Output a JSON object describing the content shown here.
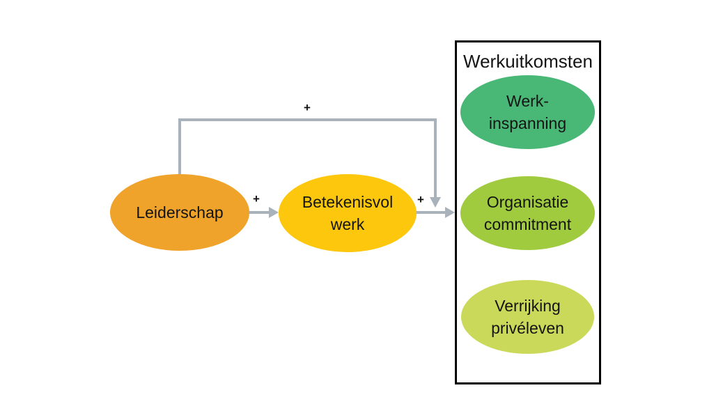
{
  "colors": {
    "connector": "#A9B2BA",
    "box_border": "#000000",
    "leiderschap_fill": "#EFA32B",
    "betekenisvol_werk_fill": "#FDC70E",
    "werk_inspanning_fill": "#49B877",
    "organisatie_commitment_fill": "#A0CB3F",
    "verrijking_priveleven_fill": "#CBD95B"
  },
  "box": {
    "title": "Werkuitkomsten"
  },
  "nodes": {
    "leiderschap": {
      "label": "Leiderschap"
    },
    "betekenisvol_werk": {
      "line1": "Betekenisvol",
      "line2": "werk"
    },
    "werk_inspanning": {
      "line1": "Werk-",
      "line2": "inspanning"
    },
    "organisatie_commitment": {
      "line1": "Organisatie",
      "line2": "commitment"
    },
    "verrijking_priveleven": {
      "line1": "Verrijking",
      "line2": "privéleven"
    }
  },
  "edges": {
    "leiderschap_to_betekenisvol_werk": {
      "sign": "+"
    },
    "betekenisvol_werk_to_werkuitkomsten": {
      "sign": "+"
    },
    "leiderschap_to_werkuitkomsten": {
      "sign": "+"
    }
  }
}
